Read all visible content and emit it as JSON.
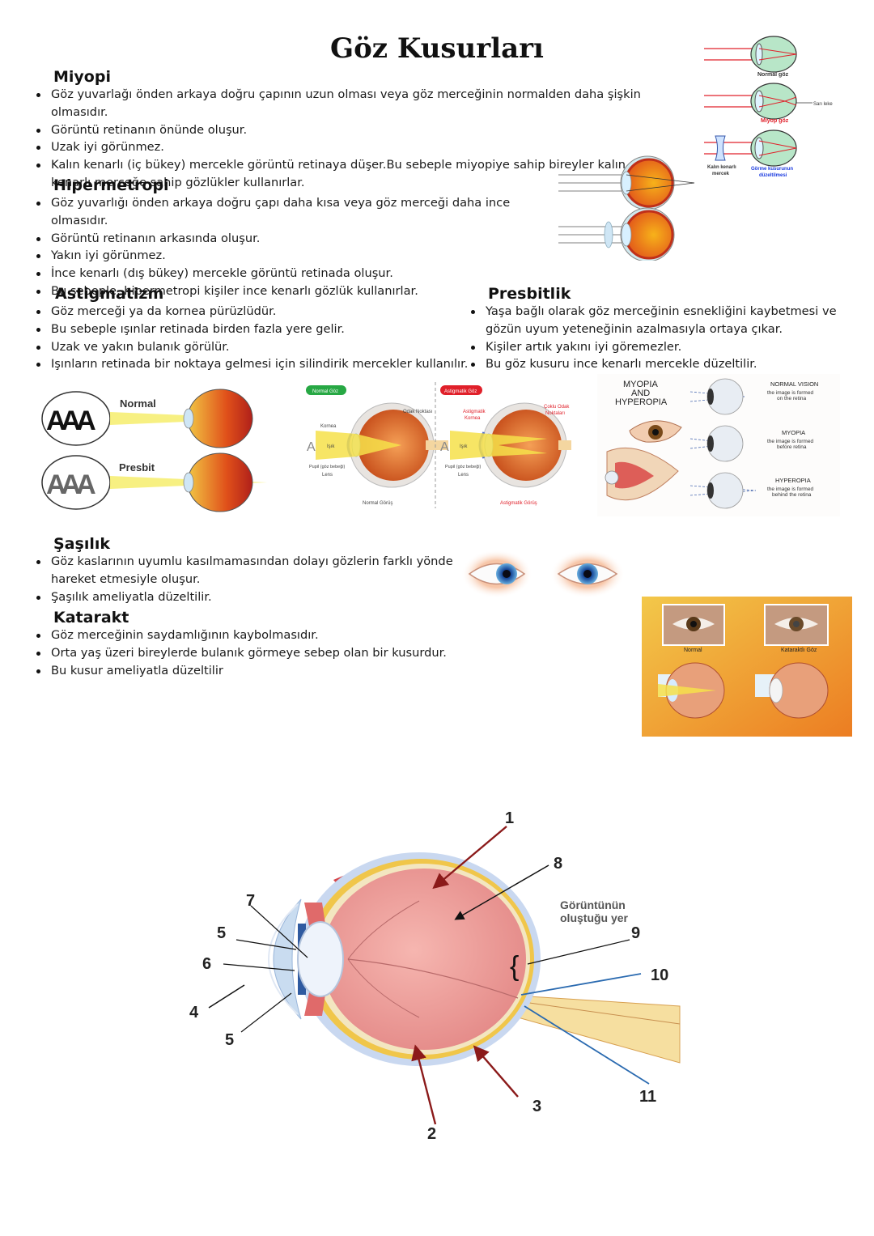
{
  "title": "Göz Kusurları",
  "miyopi": {
    "heading": "Miyopi",
    "items": [
      "Göz yuvarlağı önden arkaya doğru çapının uzun olması veya göz merceğinin normalden daha şişkin olmasıdır.",
      "Görüntü retinanın önünde oluşur.",
      "Uzak iyi görünmez.",
      "Kalın kenarlı (iç bükey) mercekle görüntü retinaya düşer.Bu sebeple miyopiye sahip bireyler kalın kenarlı merceğe sahip gözlükler kullanırlar."
    ]
  },
  "hipermetropi": {
    "heading": "Hipermetropi",
    "items": [
      "Göz yuvarlığı önden arkaya doğru çapı daha kısa veya göz merceği daha ince olmasıdır.",
      "Görüntü retinanın arkasında oluşur.",
      "Yakın iyi görünmez.",
      "İnce kenarlı (dış bükey) mercekle görüntü retinada oluşur.",
      "Bu sebeple, hipermetropi kişiler ince kenarlı gözlük kullanırlar."
    ]
  },
  "astigmatizm": {
    "heading": "Astigmatizm",
    "items": [
      "Göz merceği ya da kornea pürüzlüdür.",
      "Bu sebeple ışınlar retinada birden fazla yere gelir.",
      "Uzak ve yakın bulanık görülür.",
      "Işınların retinada bir noktaya gelmesi için silindirik mercekler kullanılır."
    ]
  },
  "presbitlik": {
    "heading": "Presbitlik",
    "items": [
      "Yaşa bağlı olarak göz merceğinin esnekliğini kaybetmesi ve gözün uyum yeteneğinin azalmasıyla ortaya çıkar.",
      "Kişiler artık yakını iyi göremezler.",
      "Bu göz kusuru ince kenarlı mercekle düzeltilir."
    ]
  },
  "sasilik": {
    "heading": "Şaşılık",
    "items": [
      "Göz kaslarının uyumlu kasılmamasından dolayı gözlerin farklı yönde hareket etmesiyle oluşur.",
      "Şaşılık ameliyatla düzeltilir."
    ]
  },
  "katarakt": {
    "heading": "Katarakt",
    "items": [
      "Göz merceğinin saydamlığının kaybolmasıdır.",
      "Orta yaş üzeri bireylerde bulanık görmeye sebep olan bir kusurdur.",
      "Bu kusur ameliyatla düzeltilir"
    ]
  },
  "fig_myopia_small": {
    "normal": "Normal göz",
    "myopia": "Miyop göz",
    "spot": "Sarı leke",
    "lens1": "Kalın kenarlı",
    "lens2": "mercek",
    "fix1": "Görme kusurunun",
    "fix2": "düzeltilmesi"
  },
  "fig_presbit": {
    "normal": "Normal",
    "presbit": "Presbit",
    "letters": "AAA"
  },
  "fig_astig": {
    "normal_tag": "Normal Göz",
    "astig_tag": "Astigmatik Göz",
    "kornea": "Kornea",
    "isik": "Işık",
    "pupil": "Pupil (göz bebeği)",
    "lens": "Lens",
    "odak": "Odak Noktası",
    "normal_gorus": "Normal Görüş",
    "astig_kornea1": "Astigmatik",
    "astig_kornea2": "Kornea",
    "coklu1": "Çoklu Odak",
    "coklu2": "Noktaları",
    "astig_gorus": "Astigmatik Görüş",
    "letter": "A"
  },
  "fig_vision": {
    "title1": "MYOPIA",
    "title2": "AND",
    "title3": "HYPEROPIA",
    "normal": "NORMAL VISION",
    "normal_sub1": "the image is formed",
    "normal_sub2": "on the retina",
    "myopia": "MYOPIA",
    "myopia_sub1": "the image is formed",
    "myopia_sub2": "before retina",
    "hyperopia": "HYPEROPIA",
    "hyperopia_sub1": "the image is formed",
    "hyperopia_sub2": "behind the retina"
  },
  "fig_cataract": {
    "normal": "Normal",
    "cataract": "Kataraktlı Göz"
  },
  "fig_eye": {
    "note1": "Görüntünün",
    "note2": "oluştuğu yer",
    "labels": [
      "1",
      "2",
      "3",
      "4",
      "5",
      "5",
      "6",
      "7",
      "8",
      "9",
      "10",
      "11"
    ]
  },
  "colors": {
    "text": "#1a1a1a",
    "ray": "#e0202a",
    "eye_green": "#b8e6c8",
    "retina_orange": "#f28b1a",
    "label_arrow": "#8b1a1a",
    "label_line_blue": "#2a6ab0"
  }
}
